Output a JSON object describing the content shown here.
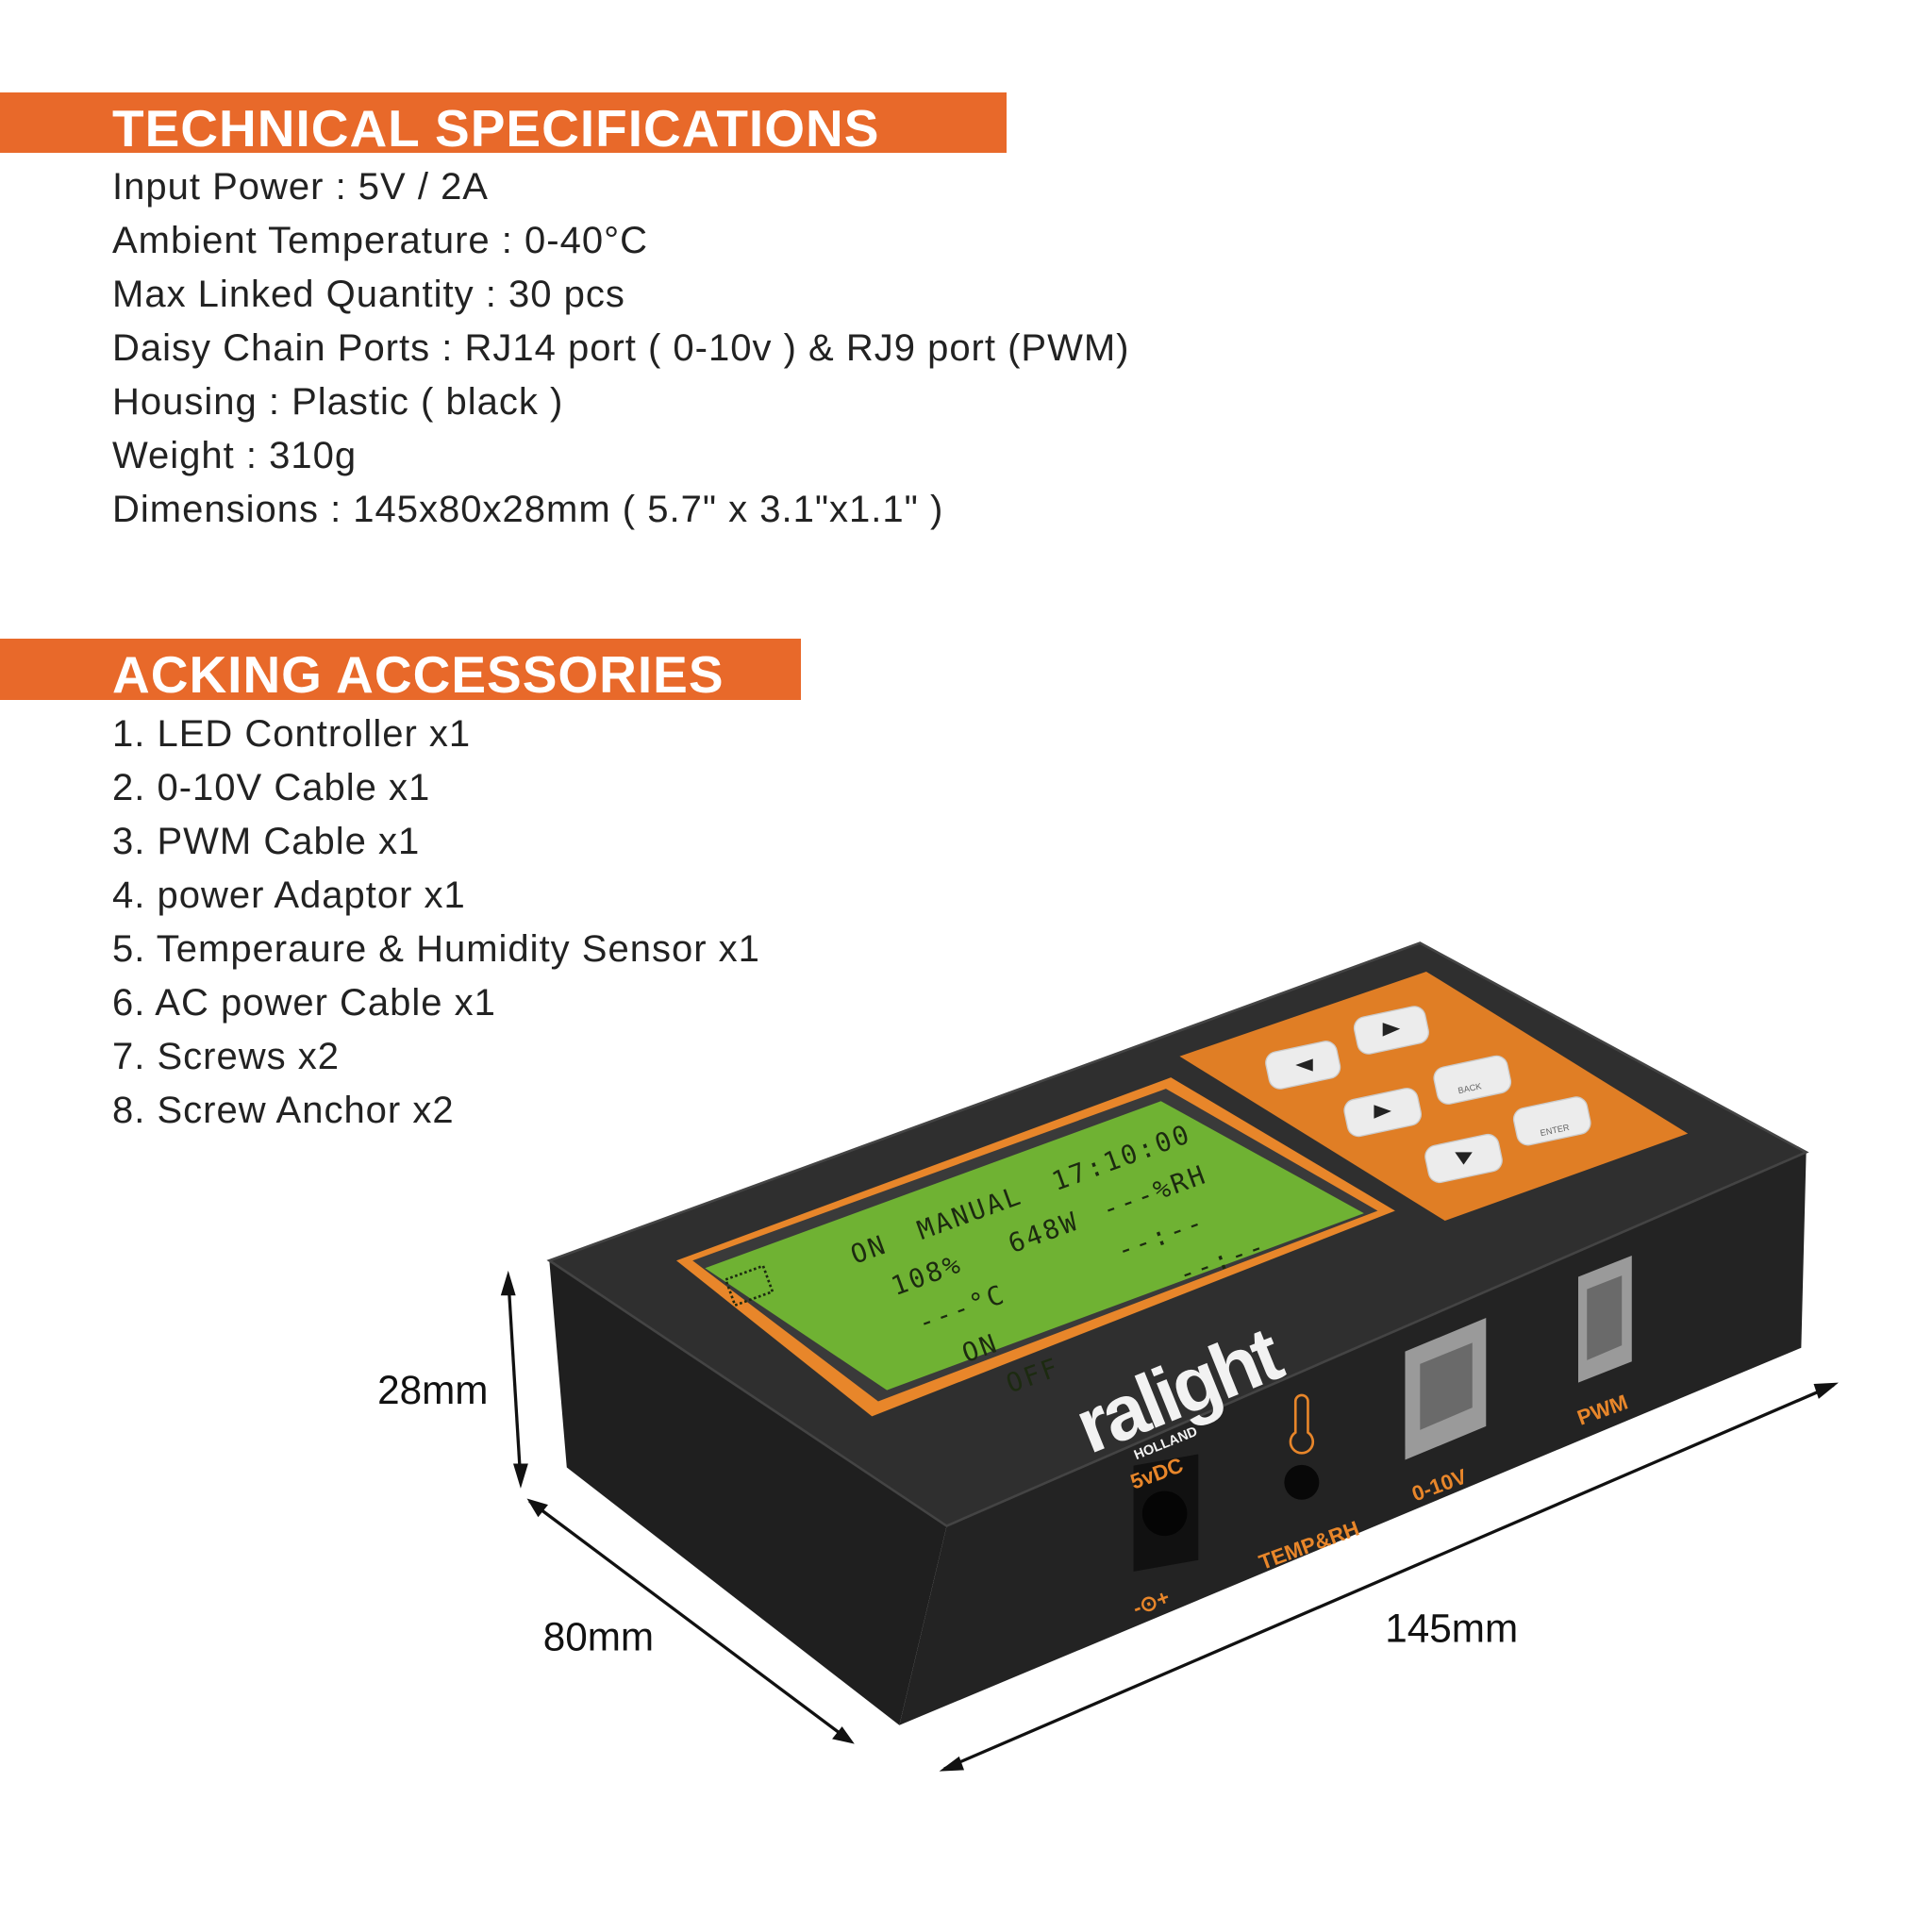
{
  "specs": {
    "title": "TECHNICAL SPECIFICATIONS",
    "items": [
      "Input Power : 5V / 2A",
      "Ambient Temperature : 0-40°C",
      "Max Linked Quantity : 30 pcs",
      "Daisy Chain Ports : RJ14 port ( 0-10v ) & RJ9 port (PWM)",
      "Housing : Plastic ( black )",
      "Weight : 310g",
      "Dimensions : 145x80x28mm ( 5.7\" x 3.1\"x1.1\" )"
    ]
  },
  "accessories": {
    "title": "ACKING ACCESSORIES",
    "items": [
      "1. LED Controller  x1",
      "2. 0-10V Cable  x1",
      "3. PWM Cable  x1",
      "4. power Adaptor  x1",
      "5. Temperaure & Humidity Sensor  x1",
      "6.  AC power Cable  x1",
      "7. Screws  x2",
      "8. Screw Anchor  x2"
    ]
  },
  "device": {
    "brand": "ralight",
    "brand_sub": "HOLLAND",
    "lcd": {
      "mode": "MANUAL",
      "time": "17:10:00",
      "status": "ON",
      "power": "648W",
      "humidity": "---%RH",
      "level": "108%",
      "time_on": "--:--",
      "temperature": "---°C",
      "time_off": "--:--",
      "state_on": "ON",
      "state_off": "OFF"
    },
    "keys": {
      "back": "BACK",
      "enter": "ENTER"
    },
    "ports": {
      "power": "5vDC",
      "polarity": "-⊙+",
      "sensor": "TEMP&RH",
      "analog": "0-10V",
      "pwm": "PWM"
    }
  },
  "dimensions": {
    "height": "28mm",
    "depth": "80mm",
    "length": "145mm"
  },
  "colors": {
    "accent": "#e8692a",
    "lcd": "#6fb233",
    "housing": "#2b2b2b"
  }
}
